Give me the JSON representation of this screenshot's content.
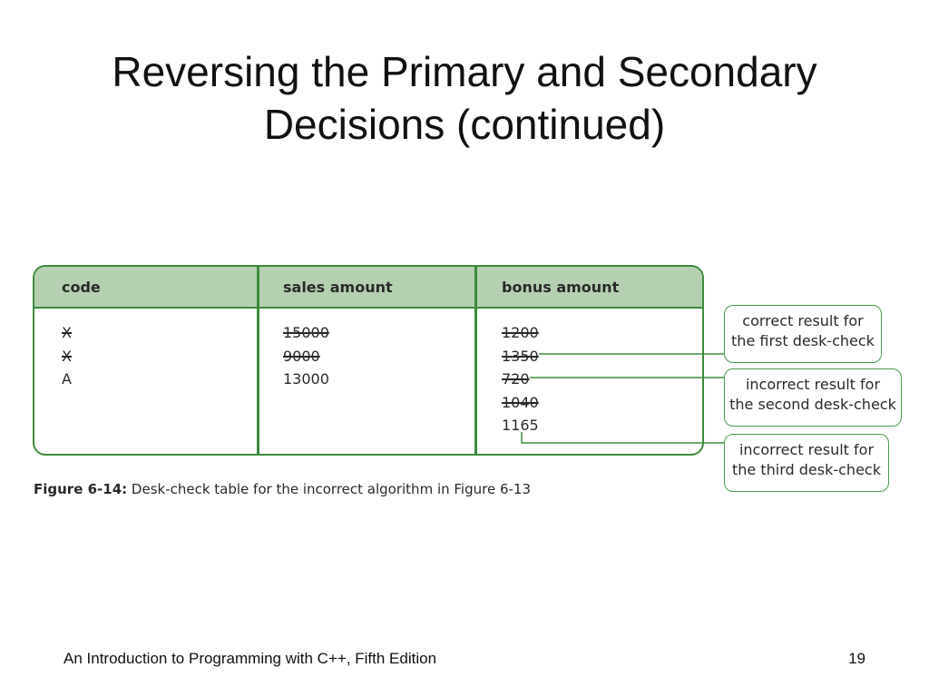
{
  "slide": {
    "title_line1": "Reversing the Primary and Secondary",
    "title_line2": "Decisions (continued)"
  },
  "table": {
    "headers": [
      "code",
      "sales amount",
      "bonus amount"
    ],
    "code": [
      {
        "text": "X",
        "crossed": true
      },
      {
        "text": "X",
        "crossed": true
      },
      {
        "text": "A",
        "crossed": false
      }
    ],
    "sales_amount": [
      {
        "text": "15000",
        "crossed": true
      },
      {
        "text": "9000",
        "crossed": true
      },
      {
        "text": "13000",
        "crossed": false
      }
    ],
    "bonus_amount": [
      {
        "text": "1200",
        "crossed": true
      },
      {
        "text": "1350",
        "crossed": true
      },
      {
        "text": "720",
        "crossed": true
      },
      {
        "text": "1040",
        "crossed": true
      },
      {
        "text": "1165",
        "crossed": false
      }
    ]
  },
  "callouts": [
    {
      "line1": "correct result for",
      "line2": "the first desk-check"
    },
    {
      "line1": "incorrect result for",
      "line2": "the second desk-check"
    },
    {
      "line1": "incorrect result for",
      "line2": "the third desk-check"
    }
  ],
  "caption": {
    "label": "Figure 6-14:",
    "text": " Desk-check table for the incorrect algorithm in Figure 6-13"
  },
  "footer": {
    "book": "An Introduction to Programming with C++, Fifth Edition",
    "page_number": "19"
  },
  "colors": {
    "accent_green": "#3d8b3d",
    "header_fill": "#b4d0b0"
  }
}
